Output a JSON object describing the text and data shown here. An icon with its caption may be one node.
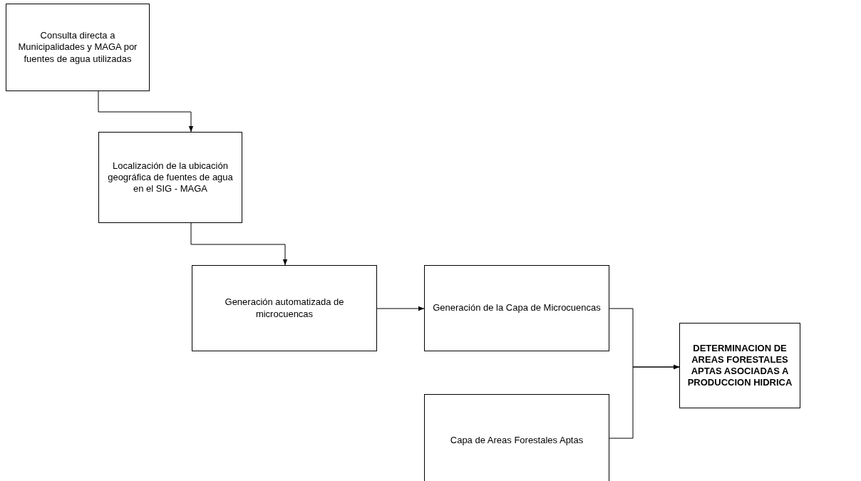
{
  "diagram": {
    "nodes": [
      {
        "text": [
          "Consulta directa a Municipalidades y MAGA  por fuentes de agua utilizadas"
        ]
      },
      {
        "text": [
          "Localización de la ubicación geográfica de fuentes de agua en el SIG - MAGA"
        ]
      },
      {
        "text": [
          "Generación automatizada de microcuencas"
        ]
      },
      {
        "text": [
          "Generación de la Capa de Microcuencas"
        ]
      },
      {
        "text": [
          "Capa de Areas Forestales Aptas"
        ]
      },
      {
        "text": [
          "DETERMINACION DE AREAS FORESTALES APTAS ASOCIADAS A PRODUCCION HIDRICA"
        ]
      }
    ],
    "edges": [
      {
        "from": 0,
        "to": 1,
        "arrow": "to"
      },
      {
        "from": 1,
        "to": 2,
        "arrow": "to"
      },
      {
        "from": 2,
        "to": 3,
        "arrow": "to"
      },
      {
        "from": 3,
        "to": 5,
        "arrow": "to"
      },
      {
        "from": 4,
        "to": 5,
        "arrow": "to"
      }
    ]
  }
}
